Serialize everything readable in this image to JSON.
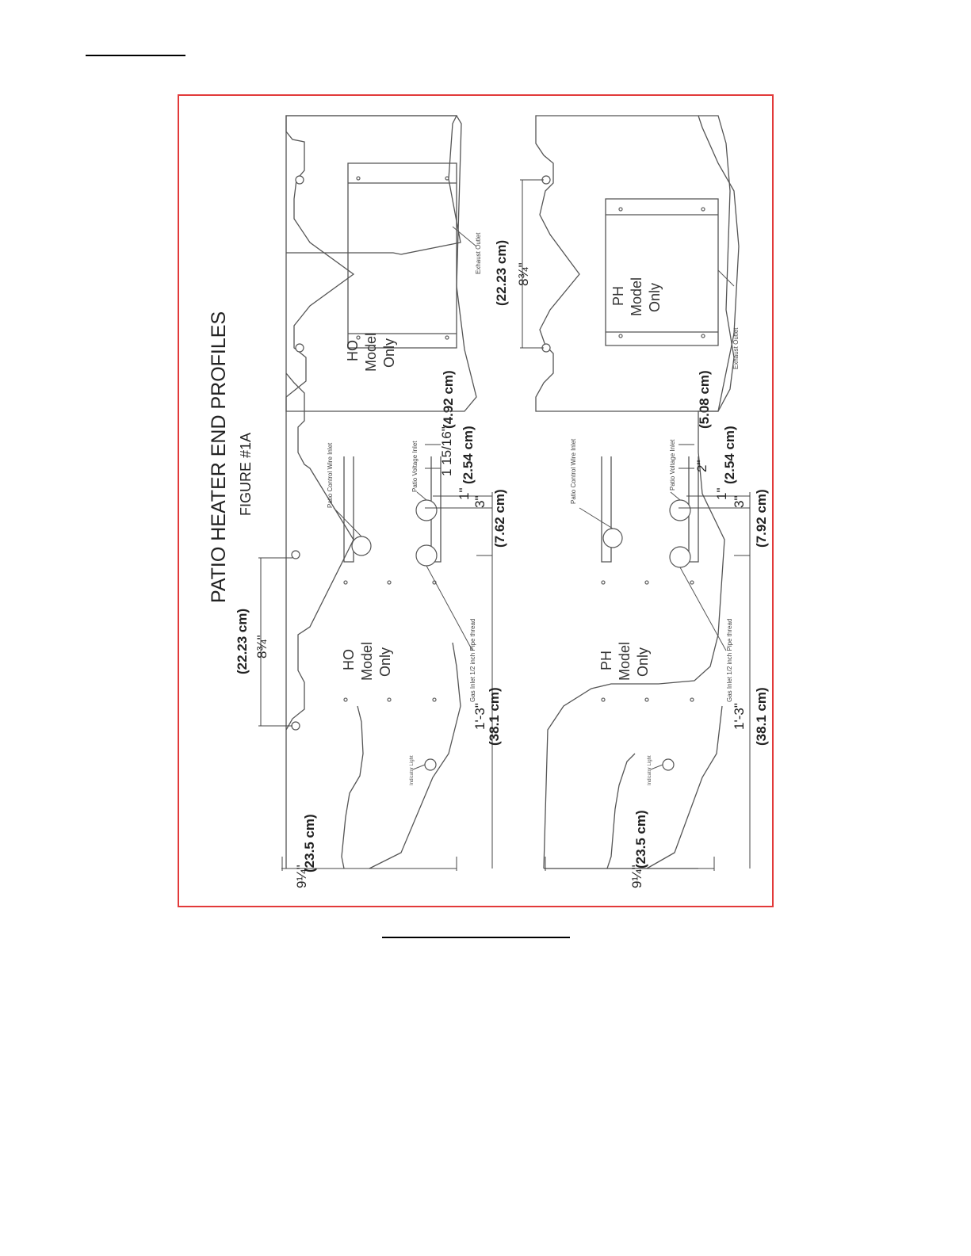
{
  "figure": {
    "title": "PATIO HEATER END PROFILES",
    "subtitle": "FIGURE #1A"
  },
  "top_left_panel": {
    "model": [
      "HO",
      "Model",
      "Only"
    ],
    "dim_hole_spacing": "(22.23 cm)",
    "dim_hole_spacing_in": "8¾\"",
    "dim_height_cm": "(23.5 cm)",
    "dim_height_in": "9¼\"",
    "dim_gas_in": "1'-3\"",
    "dim_gas_cm": "(38.1 cm)",
    "dim_3in": "3\"",
    "dim_3in_cm": "(7.62 cm)",
    "dim_1in": "1\"",
    "dim_1in_cm": "(2.54 cm)",
    "dim_voltage_in": "1 15/16\"",
    "dim_voltage_cm": "(4.92 cm)",
    "label_control_wire": "Patio Control Wire Inlet",
    "label_voltage": "Patio Voltage Inlet",
    "label_gas": "Gas Inlet 1/2 inch Pipe thread",
    "label_light": "Indicator Light"
  },
  "top_right_panel": {
    "model": [
      "HO",
      "Model",
      "Only"
    ],
    "label_exhaust": "Exhaust Outlet"
  },
  "bottom_left_panel": {
    "model": [
      "PH",
      "Model",
      "Only"
    ],
    "dim_height_cm": "(23.5 cm)",
    "dim_height_in": "9¼\"",
    "dim_gas_in": "1'-3\"",
    "dim_gas_cm": "(38.1 cm)",
    "dim_3in": "3\"",
    "dim_3in_cm": "(7.92 cm)",
    "dim_1in": "1\"",
    "dim_1in_cm": "(2.54 cm)",
    "dim_voltage_in": "2\"",
    "dim_voltage_cm": "(5.08 cm)",
    "label_control_wire": "Patio Control Wire Inlet",
    "label_voltage": "Patio Voltage Inlet",
    "label_gas": "Gas Inlet 1/2 inch Pipe thread",
    "label_light": "Indicator Light"
  },
  "bottom_right_panel": {
    "model": [
      "PH",
      "Model",
      "Only"
    ],
    "dim_hole_spacing": "(22.23 cm)",
    "dim_hole_spacing_in": "8¾\"",
    "label_exhaust": "Exhaust Outlet"
  }
}
